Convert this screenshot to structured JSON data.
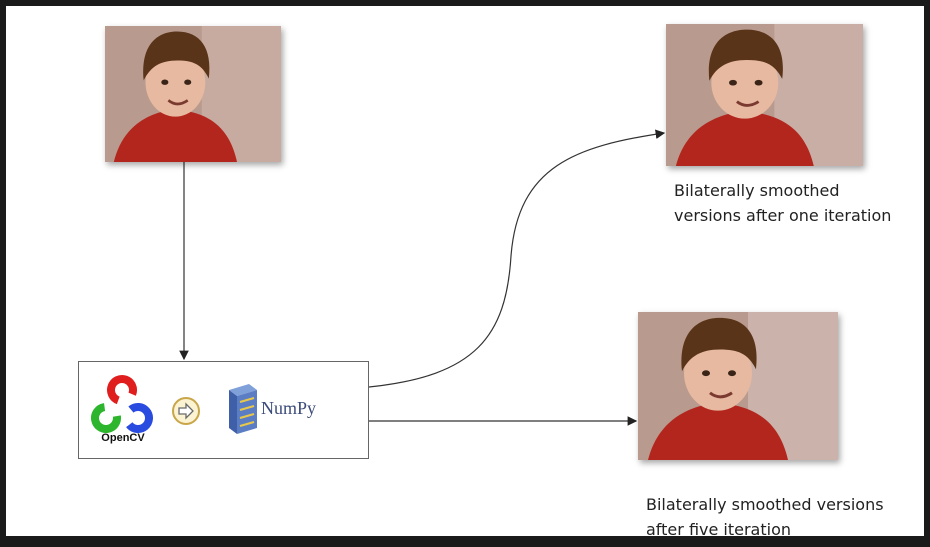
{
  "captions": {
    "one_iteration": [
      "Bilaterally smoothed",
      "versions after one iteration"
    ],
    "five_iterations": [
      "Bilaterally smoothed versions",
      "after five iteration"
    ]
  },
  "process_box": {
    "opencv_label": "OpenCV",
    "numpy_label": "NumPy",
    "arrow_icon": "right-arrow-circle-icon"
  },
  "images": {
    "input": "child-photo",
    "output_one": "child-photo-smoothed-once",
    "output_five": "child-photo-smoothed-five"
  },
  "colors": {
    "background_frame": "#1a1a1a",
    "slide": "#ffffff",
    "shirt_red": "#b3261e",
    "hair_brown": "#5a3418",
    "wall": "#b89a8e",
    "opencv_red": "#e01e1e",
    "opencv_green": "#2db52d",
    "opencv_blue": "#2a4be0",
    "numpy_blue": "#3b4a7a"
  }
}
